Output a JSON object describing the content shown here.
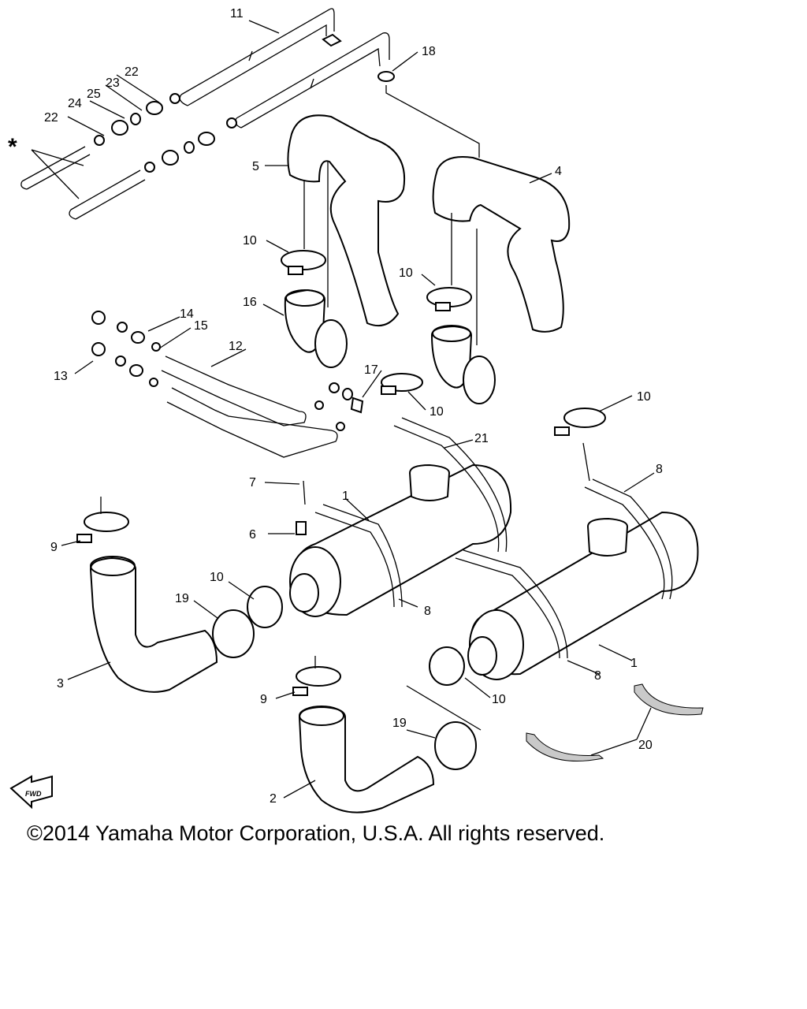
{
  "diagram": {
    "callouts": {
      "n1": "1",
      "n2": "2",
      "n3": "3",
      "n4": "4",
      "n5": "5",
      "n6": "6",
      "n7": "7",
      "n8": "8",
      "n9": "9",
      "n10": "10",
      "n11": "11",
      "n12": "12",
      "n13": "13",
      "n14": "14",
      "n15": "15",
      "n16": "16",
      "n17": "17",
      "n18": "18",
      "n19": "19",
      "n20": "20",
      "n21": "21",
      "n22": "22",
      "n23": "23",
      "n24": "24",
      "n25": "25"
    },
    "asterisk": "*",
    "fwd_label": "FWD"
  },
  "copyright": "©2014 Yamaha Motor Corporation, U.S.A. All rights reserved."
}
